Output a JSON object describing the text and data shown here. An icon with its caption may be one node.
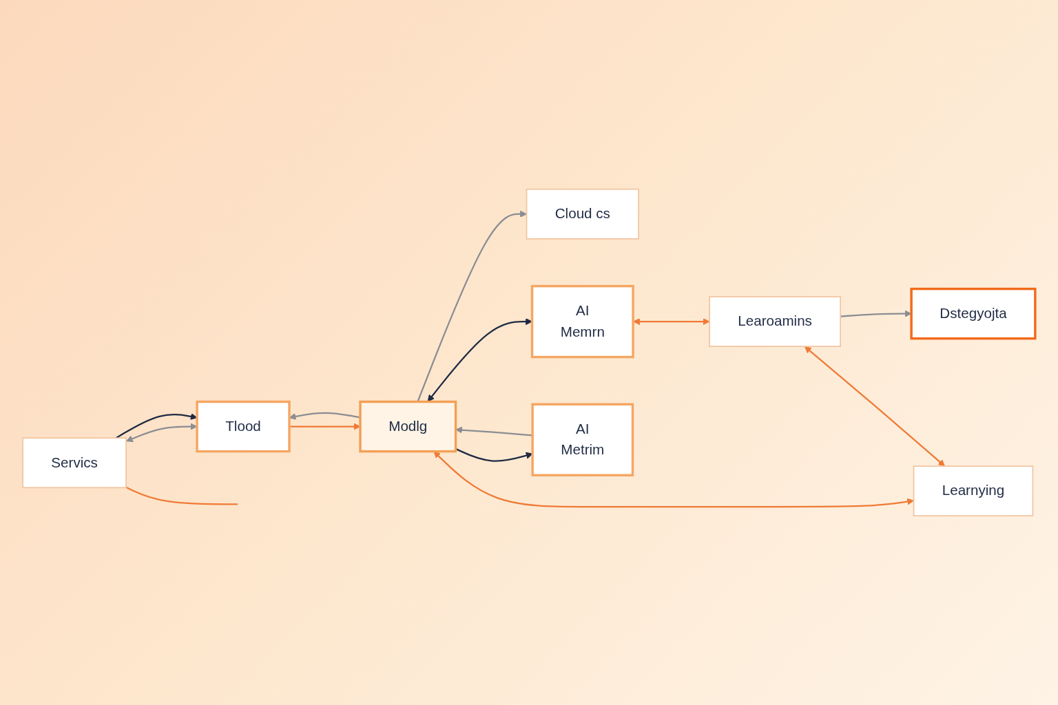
{
  "diagram": {
    "nodes": [
      {
        "text": [
          "Cloud cs"
        ]
      },
      {
        "text": [
          "Tlood"
        ]
      },
      {
        "text": [
          "AI",
          "Memrn"
        ]
      },
      {
        "text": [
          "Modlg"
        ]
      },
      {
        "text": [
          "Servics"
        ]
      },
      {
        "text": [
          "Dstegyojta"
        ]
      },
      {
        "text": [
          "Learoamins"
        ]
      },
      {
        "text": [
          "AI",
          "Metrim"
        ]
      },
      {
        "text": [
          "Learnying"
        ]
      }
    ],
    "edges": [
      {
        "from": 4,
        "to": 1,
        "arrow": "both"
      },
      {
        "from": 1,
        "to": 3,
        "arrow": "to",
        "color": "#ef7a35"
      },
      {
        "from": 4,
        "to": 1,
        "arrow": "to",
        "color": "#1f2a44"
      },
      {
        "from": 3,
        "to": 1,
        "arrow": "to"
      },
      {
        "from": 4,
        "to": null,
        "arrow": "none",
        "color": "#ef7a35"
      },
      {
        "from": 3,
        "to": 0,
        "arrow": "to"
      },
      {
        "from": 3,
        "to": 2,
        "arrow": "both",
        "color": "#1f2a44"
      },
      {
        "from": 2,
        "to": 6,
        "arrow": "both",
        "color": "#ef7a35"
      },
      {
        "from": 3,
        "to": 7,
        "arrow": "to",
        "color": "#1f2a44"
      },
      {
        "from": 7,
        "to": 3,
        "arrow": "to"
      },
      {
        "from": 3,
        "to": 8,
        "arrow": "both",
        "color": "#ef7a35"
      },
      {
        "from": 6,
        "to": 5,
        "arrow": "to"
      },
      {
        "from": 6,
        "to": 8,
        "arrow": "both",
        "color": "#ef7a35"
      }
    ]
  }
}
